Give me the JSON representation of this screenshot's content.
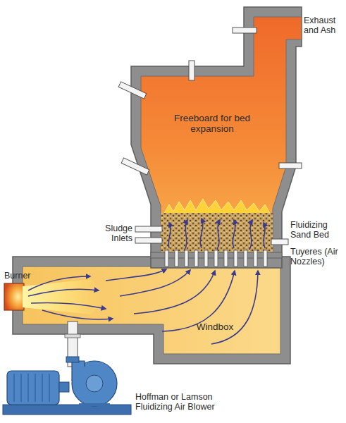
{
  "diagram": {
    "nodes": [
      {
        "text": [
          "Freeboard for bed expansion"
        ]
      },
      {
        "text": [
          "Windbox"
        ]
      }
    ],
    "labels": [
      "Exhaust and Ash",
      "Sludge Inlets",
      "Fluidizing Sand Bed",
      "Tuyeres (Air Nozzles)",
      "Burner",
      "Hoffman or Lamson Fluidizing Air Blower"
    ]
  }
}
